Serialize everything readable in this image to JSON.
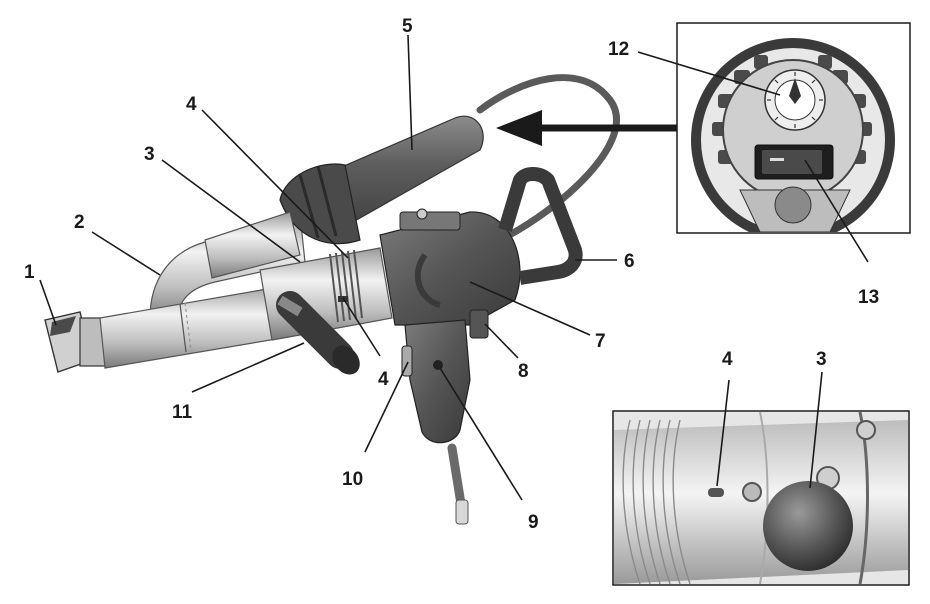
{
  "callouts": {
    "c1": "1",
    "c2": "2",
    "c3_main": "3",
    "c4_top": "4",
    "c5": "5",
    "c6": "6",
    "c7": "7",
    "c8": "8",
    "c9": "9",
    "c10": "10",
    "c11": "11",
    "c4_lower": "4",
    "c12": "12",
    "c13": "13",
    "c4_inset": "4",
    "c3_inset": "3"
  },
  "colors": {
    "line": "#1a1a1a",
    "metal_light": "#d9d9d9",
    "metal_dark": "#8a8a8a",
    "body_dark": "#5a5a5a",
    "grip_dark": "#3a3a3a"
  }
}
